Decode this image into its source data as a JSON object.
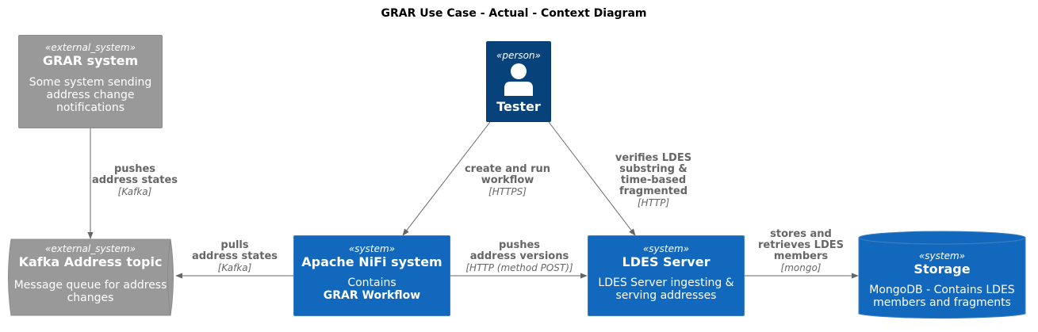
{
  "title": "GRAR Use Case - Actual - Context Diagram",
  "colors": {
    "external": "#999999",
    "system": "#1168bd",
    "person": "#08427b",
    "edge": "#666666"
  },
  "nodes": {
    "grar": {
      "stereotype": "«external_system»",
      "name": "GRAR system",
      "desc_lines": [
        "Some system sending",
        "address change",
        "notifications"
      ]
    },
    "tester": {
      "stereotype": "«person»",
      "name": "Tester"
    },
    "kafka": {
      "stereotype": "«external_system»",
      "name": "Kafka Address topic",
      "desc_lines": [
        "Message queue for address",
        "changes"
      ]
    },
    "nifi": {
      "stereotype": "«system»",
      "name": "Apache NiFi system",
      "desc_line": "Contains",
      "desc_bold": "GRAR Workflow"
    },
    "ldes": {
      "stereotype": "«system»",
      "name": "LDES Server",
      "desc_lines": [
        "LDES Server ingesting &",
        "serving addresses"
      ]
    },
    "storage": {
      "stereotype": "«system»",
      "name": "Storage",
      "desc_lines": [
        "MongoDB - Contains LDES",
        "members and fragments"
      ]
    }
  },
  "edges": {
    "grar_kafka": {
      "lines": [
        "pushes",
        "address states"
      ],
      "tech": "[Kafka]"
    },
    "tester_nifi": {
      "lines": [
        "create and run",
        "workflow"
      ],
      "tech": "[HTTPS]"
    },
    "tester_ldes": {
      "lines": [
        "verifies LDES",
        "substring &",
        "time-based",
        "fragmented"
      ],
      "tech": "[HTTP]"
    },
    "nifi_kafka": {
      "lines": [
        "pulls",
        "address states"
      ],
      "tech": "[Kafka]"
    },
    "nifi_ldes": {
      "lines": [
        "pushes",
        "address versions"
      ],
      "tech": "[HTTP (method POST)]"
    },
    "ldes_storage": {
      "lines": [
        "stores and",
        "retrieves LDES",
        "members"
      ],
      "tech": "[mongo]"
    }
  }
}
